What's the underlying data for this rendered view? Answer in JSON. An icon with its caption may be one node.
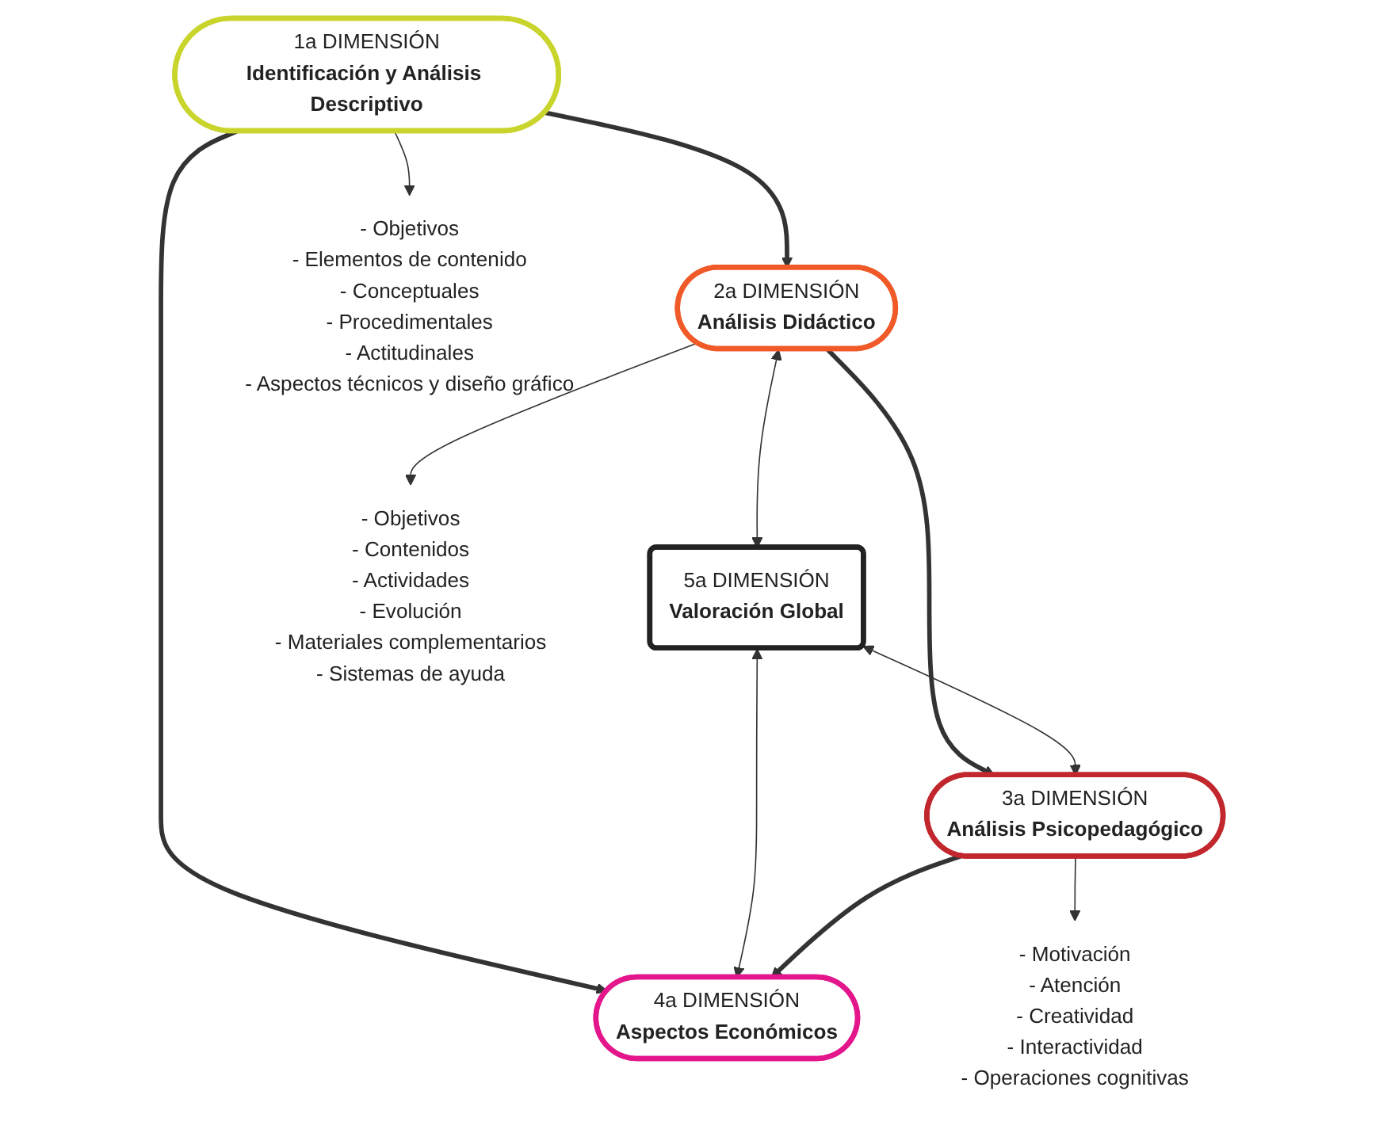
{
  "diagram": {
    "nodes": [
      {
        "text": [
          "1a DIMENSIÓN",
          "Identificación y Análisis Descriptivo"
        ]
      },
      {
        "text": [
          "2a DIMENSIÓN",
          "Análisis Didáctico"
        ]
      },
      {
        "text": [
          "5a DIMENSIÓN",
          "Valoración Global"
        ]
      },
      {
        "text": [
          "4a DIMENSIÓN",
          "Aspectos Económicos"
        ]
      },
      {
        "text": [
          "3a DIMENSIÓN",
          "Análisis Psicopedagógico"
        ]
      },
      {
        "text": [
          "- Objetivos",
          "- Elementos de contenido",
          "- Conceptuales",
          "- Procedimentales",
          "- Actitudinales",
          "- Aspectos técnicos y diseño gráfico"
        ]
      },
      {
        "text": [
          "- Objetivos",
          "- Contenidos",
          "- Actividades",
          "- Evolución",
          "- Materiales complementarios",
          "- Sistemas de ayuda"
        ]
      },
      {
        "text": [
          "- Motivación",
          "- Atención",
          "- Creatividad",
          "- Interactividad",
          "- Operaciones cognitivas"
        ]
      }
    ],
    "edges": [
      {
        "from": 0,
        "to": 5,
        "arrow": "to"
      },
      {
        "from": 0,
        "to": 1,
        "arrow": "to",
        "style": "thick"
      },
      {
        "from": 0,
        "to": 3,
        "arrow": "to",
        "style": "thick"
      },
      {
        "from": 1,
        "to": 2,
        "arrow": "both"
      },
      {
        "from": 2,
        "to": 3,
        "arrow": "both"
      },
      {
        "from": 1,
        "to": 6,
        "arrow": "to"
      },
      {
        "from": 1,
        "to": 4,
        "arrow": "to",
        "style": "thick"
      },
      {
        "from": 2,
        "to": 4,
        "arrow": "both"
      },
      {
        "from": 4,
        "to": 3,
        "arrow": "to",
        "style": "thick"
      },
      {
        "from": 4,
        "to": 7,
        "arrow": "to"
      }
    ]
  }
}
